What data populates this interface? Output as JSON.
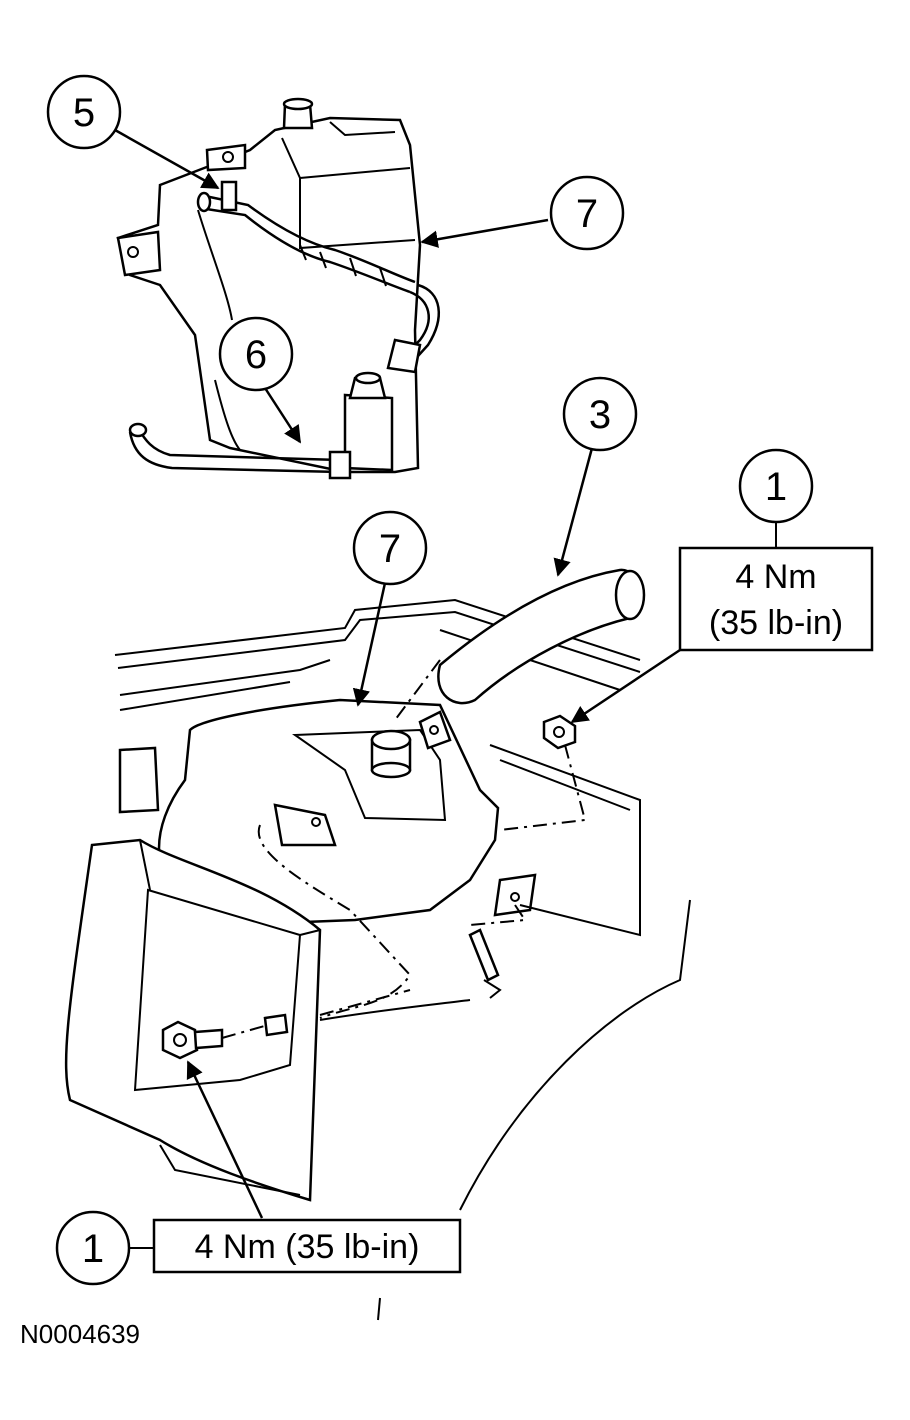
{
  "callouts": {
    "c5": "5",
    "c7_top": "7",
    "c6": "6",
    "c3": "3",
    "c7_mid": "7",
    "c1_right": "1",
    "c1_bottom": "1"
  },
  "torque_spec_right": {
    "line1": "4 Nm",
    "line2": "(35 lb-in)"
  },
  "torque_spec_bottom": "4 Nm (35 lb-in)",
  "figure_id": "N0004639"
}
